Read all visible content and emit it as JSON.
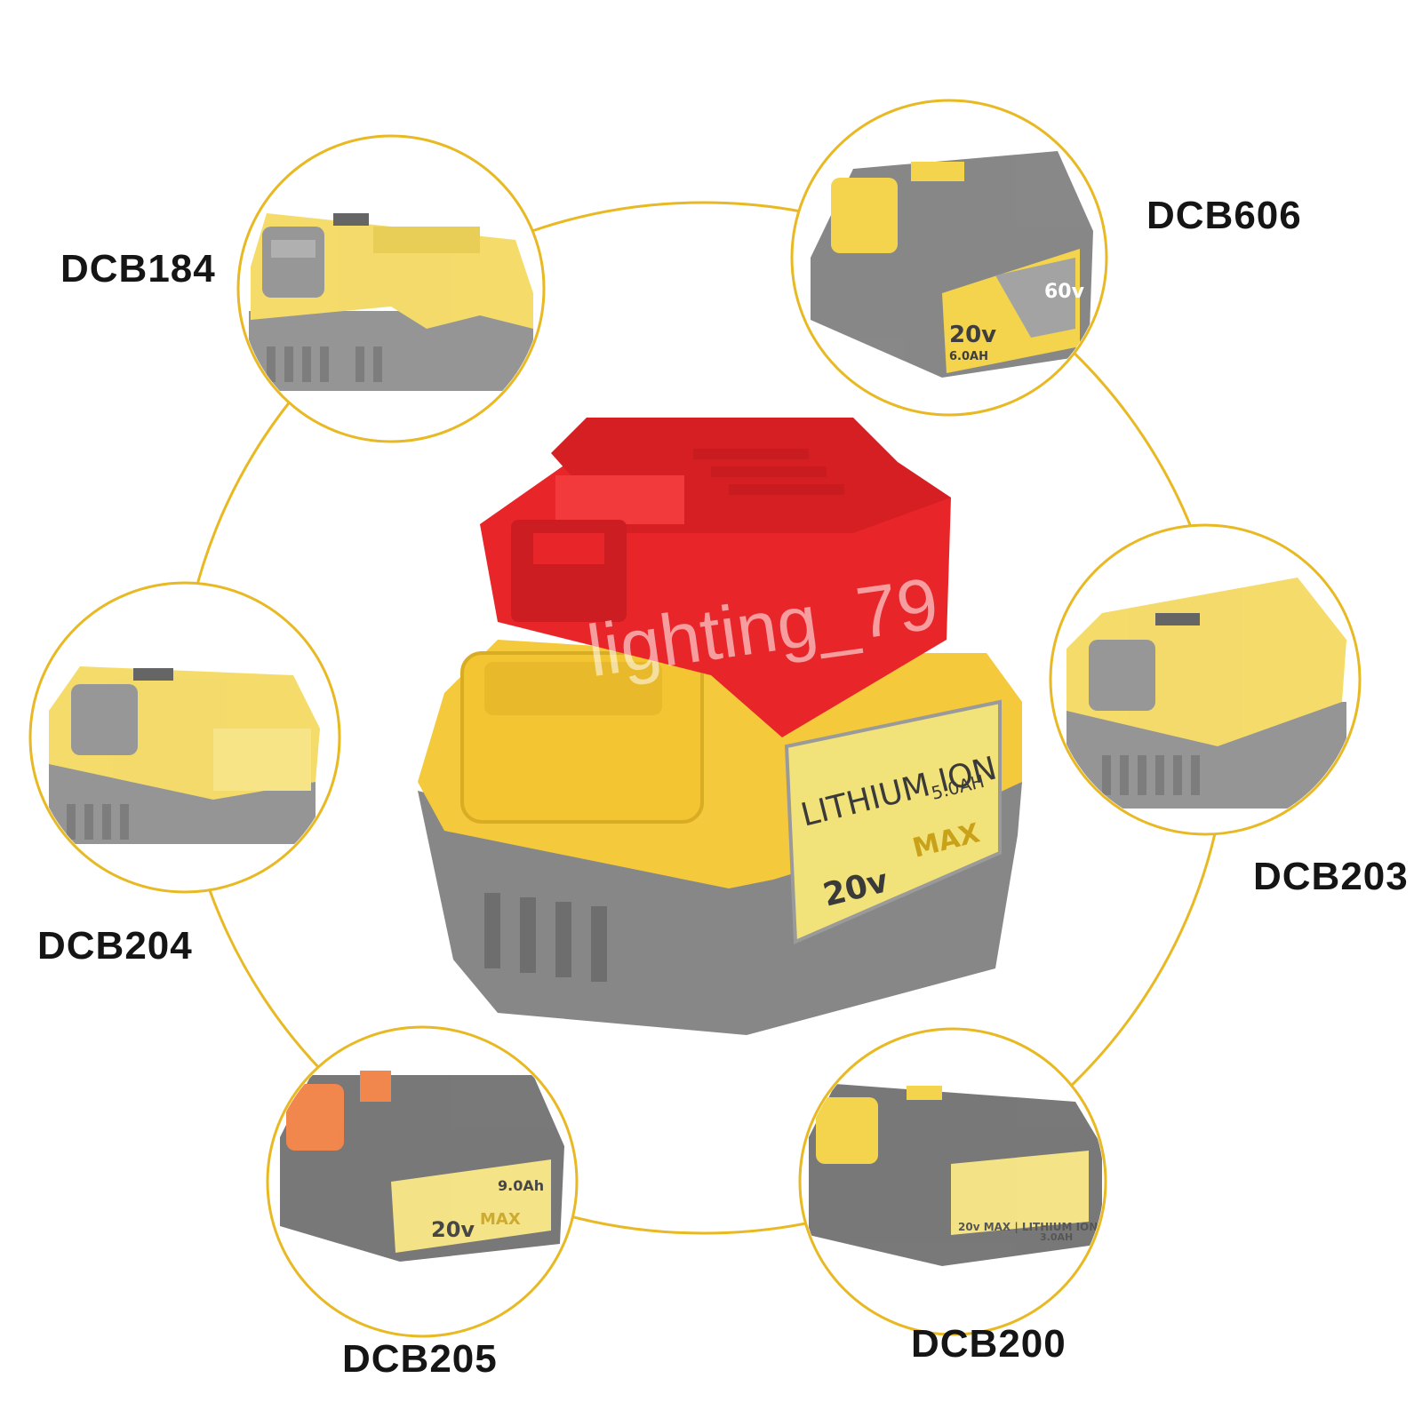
{
  "labels": {
    "dcb184": "DCB184",
    "dcb606": "DCB606",
    "dcb204": "DCB204",
    "dcb203": "DCB203",
    "dcb205": "DCB205",
    "dcb200": "DCB200"
  },
  "main_battery": {
    "brand_text": "LITHIUM ION",
    "capacity": "5.0AH",
    "voltage": "20v",
    "max": "MAX"
  },
  "thumb_texts": {
    "dcb606_voltage": "20v",
    "dcb606_capacity": "6.0AH",
    "dcb606_flex": "60v",
    "dcb205_capacity": "9.0Ah",
    "dcb205_voltage": "20v",
    "dcb205_max": "MAX",
    "dcb200_line": "20v MAX | LITHIUM ION",
    "dcb200_capacity": "3.0AH"
  },
  "watermark": "lighting_79",
  "colors": {
    "ring": "#e8b923",
    "yellow": "#f5c518",
    "gray": "#7a7a7a",
    "adapter_red": "#e8262a"
  }
}
